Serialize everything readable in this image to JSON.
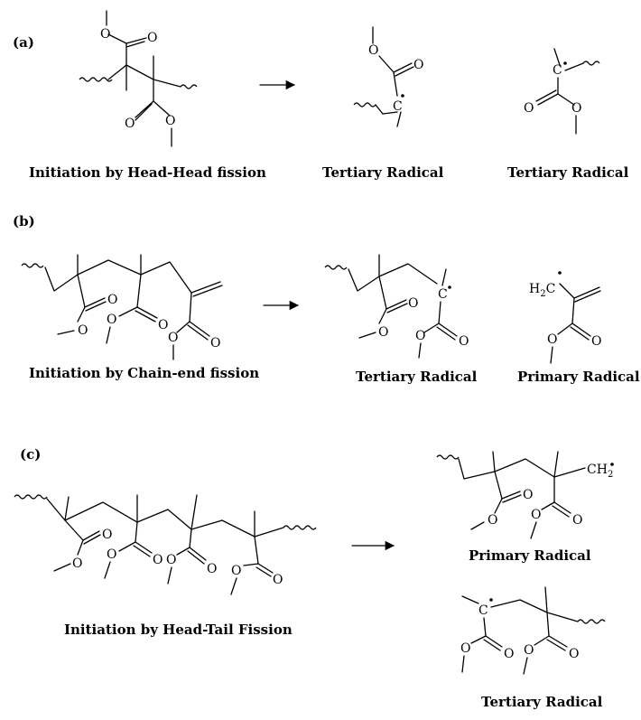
{
  "panels": [
    {
      "label": "(a)",
      "left_caption": "Initiation by Head-Head fission",
      "products": [
        "Tertiary Radical",
        "Tertiary Radical"
      ]
    },
    {
      "label": "(b)",
      "left_caption": "Initiation by Chain-end fission",
      "products": [
        "Tertiary Radical",
        "Primary Radical"
      ]
    },
    {
      "label": "(c)",
      "left_caption": "Initiation by Head-Tail Fission",
      "products": [
        "Primary Radical",
        "Tertiary Radical"
      ]
    }
  ],
  "atoms": {
    "oxygen": "O",
    "carbon": "C",
    "ch2_main": "H",
    "ch2_sub": "2",
    "ch2_after": "C"
  }
}
